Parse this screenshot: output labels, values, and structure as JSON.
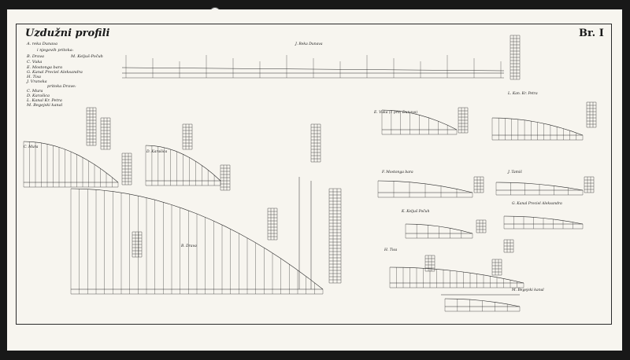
{
  "document": {
    "title": "Uzdužni profili",
    "sheet_number": "Br. I"
  },
  "legend": [
    "A. reka Dunava",
    "i njegovih pritoka:",
    "B. Drava",
    "C. Vuka",
    "E. Mostonga bara",
    "G. Kanal Preciel Aleksandra",
    "H. Tisa",
    "J. Vranska",
    "pritoka Drave:",
    "C. Mura",
    "D. Karašica",
    "L. Kanal Kr. Petra",
    "M. Begejski kanal",
    "M. Keljuš-Počuh"
  ],
  "profiles": [
    {
      "key": "dunav",
      "label": "J. Reka Dunava"
    },
    {
      "key": "vuka",
      "label": "E. Vuka (1 prit. Dunava)"
    },
    {
      "key": "kanal-petra",
      "label": "L. Kan. Kr. Petra"
    },
    {
      "key": "mura",
      "label": "C. Mura"
    },
    {
      "key": "karasica",
      "label": "D. Karašica"
    },
    {
      "key": "mostonga",
      "label": "F. Mostonga bara"
    },
    {
      "key": "tamis",
      "label": "J. Tamiš"
    },
    {
      "key": "kelj",
      "label": "K. Keljuš Počuh"
    },
    {
      "key": "kanal-aleks",
      "label": "G. Kanal Preciel Aleksandra"
    },
    {
      "key": "drava",
      "label": "B. Drava"
    },
    {
      "key": "tisa",
      "label": "H. Tisa"
    },
    {
      "key": "begejski",
      "label": "M. Begejski kanal"
    }
  ],
  "colors": {
    "paper": "#f7f5ef",
    "ink": "#1a1a1a",
    "scan_border": "#181818"
  }
}
